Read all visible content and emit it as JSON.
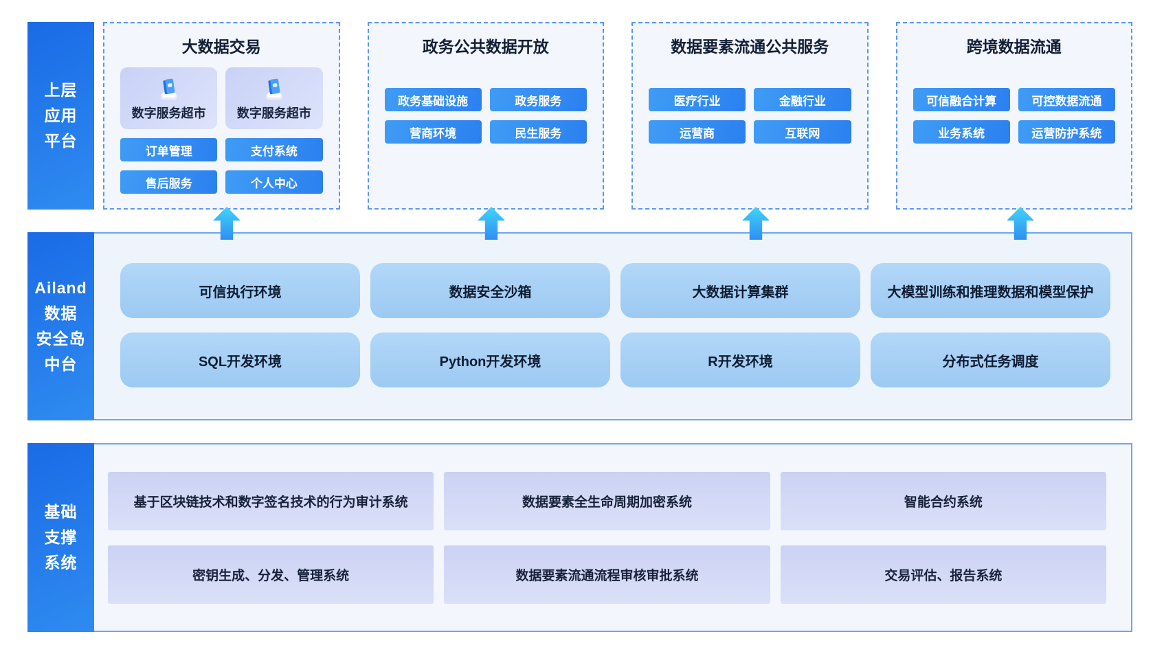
{
  "colors": {
    "rail_gradient_start": "#1a6be6",
    "rail_gradient_end": "#2f8bf0",
    "dashed_border": "#5795f7",
    "section_bg": "#f3f6fd",
    "chip_blue_start": "#3f9cf5",
    "chip_blue_end": "#2b80ef",
    "card_bg_start": "#c9d2f7",
    "card_bg_end": "#dde3fb",
    "mid_cell_start": "#b2d7f8",
    "mid_cell_end": "#9dc9f2",
    "support_cell_start": "#cbd2f3",
    "support_cell_end": "#dbe0f8",
    "arrow_start": "#41d4f9",
    "arrow_end": "#2f8ff2",
    "solid_border": "#6aa6f2"
  },
  "top_layer": {
    "sidebar": {
      "lines": [
        "上层",
        "应用",
        "平台"
      ]
    },
    "sections": [
      {
        "title": "大数据交易",
        "cards": [
          {
            "label": "数字服务超市"
          },
          {
            "label": "数字服务超市"
          }
        ],
        "buttons": [
          "订单管理",
          "支付系统",
          "售后服务",
          "个人中心"
        ]
      },
      {
        "title": "政务公共数据开放",
        "buttons": [
          "政务基础设施",
          "政务服务",
          "营商环境",
          "民生服务"
        ]
      },
      {
        "title": "数据要素流通公共服务",
        "buttons": [
          "医疗行业",
          "金融行业",
          "运营商",
          "互联网"
        ]
      },
      {
        "title": "跨境数据流通",
        "buttons": [
          "可信融合计算",
          "可控数据流通",
          "业务系统",
          "运营防护系统"
        ]
      }
    ]
  },
  "middle_layer": {
    "sidebar": {
      "lines": [
        "Ailand",
        "数据",
        "安全岛",
        "中台"
      ]
    },
    "rows": [
      [
        "可信执行环境",
        "数据安全沙箱",
        "大数据计算集群",
        "大模型训练和推理数据和模型保护"
      ],
      [
        "SQL开发环境",
        "Python开发环境",
        "R开发环境",
        "分布式任务调度"
      ]
    ]
  },
  "bottom_layer": {
    "sidebar": {
      "lines": [
        "基础",
        "支撑",
        "系统"
      ]
    },
    "rows": [
      [
        "基于区块链技术和数字签名技术的行为审计系统",
        "数据要素全生命周期加密系统",
        "智能合约系统"
      ],
      [
        "密钥生成、分发、管理系统",
        "数据要素流通流程审核审批系统",
        "交易评估、报告系统"
      ]
    ]
  }
}
